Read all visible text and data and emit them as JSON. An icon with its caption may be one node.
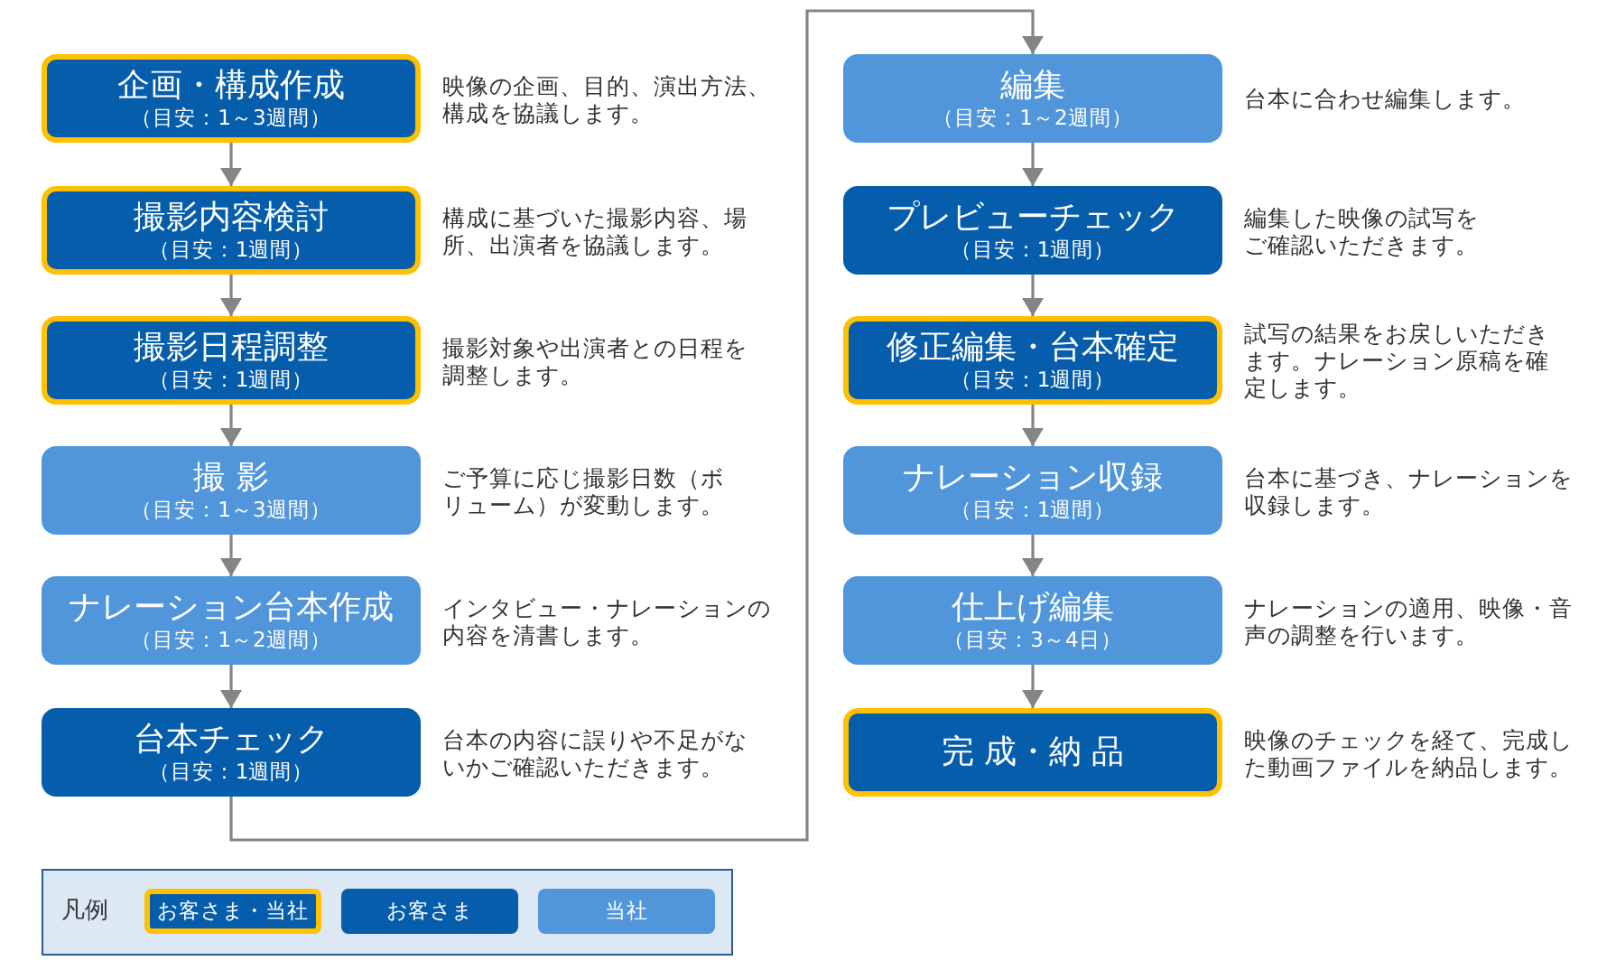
{
  "diagram": {
    "nodes": [
      {
        "text": [
          "企画・構成作成",
          "（目安：1～3週間）"
        ],
        "beside": [
          "映像の企画、目的、演出方法、構成を協議します。"
        ]
      },
      {
        "text": [
          "撮影内容検討",
          "（目安：1週間）"
        ],
        "beside": [
          "構成に基づいた撮影内容、場所、出演者を協議します。"
        ]
      },
      {
        "text": [
          "撮影日程調整",
          "（目安：1週間）"
        ],
        "beside": [
          "撮影対象や出演者との日程を調整します。"
        ]
      },
      {
        "text": [
          "撮 影",
          "（目安：1～3週間）"
        ],
        "beside": [
          "ご予算に応じ撮影日数（ボリューム）が変動します。"
        ]
      },
      {
        "text": [
          "ナレーション台本作成",
          "（目安：1～2週間）"
        ],
        "beside": [
          "インタビュー・ナレーションの内容を清書します。"
        ]
      },
      {
        "text": [
          "台本チェック",
          "（目安：1週間）"
        ],
        "beside": [
          "台本の内容に誤りや不足がないかご確認いただきます。"
        ]
      },
      {
        "text": [
          "編集",
          "（目安：1～2週間）"
        ],
        "beside": [
          "台本に合わせ編集します。"
        ]
      },
      {
        "text": [
          "プレビューチェック",
          "（目安：1週間）"
        ],
        "beside": [
          "編集した映像の試写をご確認いただきます。"
        ]
      },
      {
        "text": [
          "修正編集・台本確定",
          "（目安：1週間）"
        ],
        "beside": [
          "試写の結果をお戻しいただきます。ナレーション原稿を確定します。"
        ]
      },
      {
        "text": [
          "ナレーション収録",
          "（目安：1週間）"
        ],
        "beside": [
          "台本に基づき、ナレーションを収録します。"
        ]
      },
      {
        "text": [
          "仕上げ編集",
          "（目安：3～4日）"
        ],
        "beside": [
          "ナレーションの適用、映像・音声の調整を行います。"
        ]
      },
      {
        "text": [
          "完 成・納 品"
        ],
        "beside": [
          "映像のチェックを経て、完成した動画ファイルを納品します。"
        ]
      }
    ],
    "edges": [
      {
        "from": 0,
        "to": 1,
        "arrow": "to"
      },
      {
        "from": 1,
        "to": 2,
        "arrow": "to"
      },
      {
        "from": 2,
        "to": 3,
        "arrow": "to"
      },
      {
        "from": 3,
        "to": 4,
        "arrow": "to"
      },
      {
        "from": 4,
        "to": 5,
        "arrow": "to"
      },
      {
        "from": 5,
        "to": 6,
        "arrow": "to"
      },
      {
        "from": 6,
        "to": 7,
        "arrow": "to"
      },
      {
        "from": 7,
        "to": 8,
        "arrow": "to"
      },
      {
        "from": 8,
        "to": 9,
        "arrow": "to"
      },
      {
        "from": 9,
        "to": 10,
        "arrow": "to"
      },
      {
        "from": 10,
        "to": 11,
        "arrow": "to"
      }
    ],
    "labels": [
      "凡例"
    ],
    "legend": [
      {
        "text": "お客さま・当社"
      },
      {
        "text": "お客さま",
        "color": "#055dab"
      },
      {
        "text": "当社",
        "color": "#5196db"
      }
    ]
  }
}
